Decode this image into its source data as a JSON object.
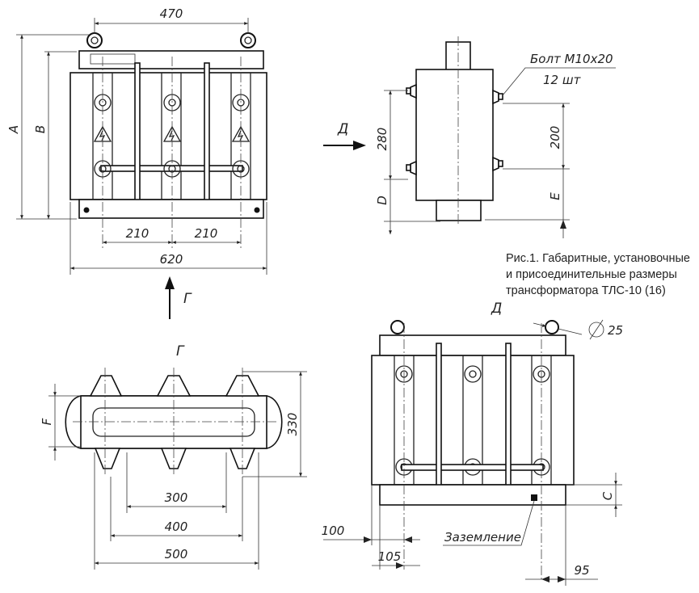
{
  "caption": {
    "line1": "Рис.1. Габаритные, установочные",
    "line2": "и присоединительные размеры",
    "line3": "трансформатора ТЛС-10 (16)"
  },
  "front_view": {
    "dim_eyes": "470",
    "dim_A": "A",
    "dim_B": "B",
    "dim_pitch_left": "210",
    "dim_pitch_right": "210",
    "dim_width": "620"
  },
  "side_view": {
    "view_arrow_label": "Д",
    "dim_terminals": "280",
    "dim_D": "D",
    "dim_bolts": "200",
    "dim_E": "E",
    "bolt_note_line1": "Болт М10х20",
    "bolt_note_line2": "12 шт"
  },
  "view_arrow_g": "Г",
  "plan_view": {
    "title": "Г",
    "dim_F": "F",
    "dim_depth": "330",
    "dim_300": "300",
    "dim_400": "400",
    "dim_500": "500"
  },
  "rear_view": {
    "title": "Д",
    "dim_eye_dia": "25",
    "dim_100": "100",
    "dim_105": "105",
    "dim_95": "95",
    "dim_C": "C",
    "grounding_label": "Заземление"
  }
}
